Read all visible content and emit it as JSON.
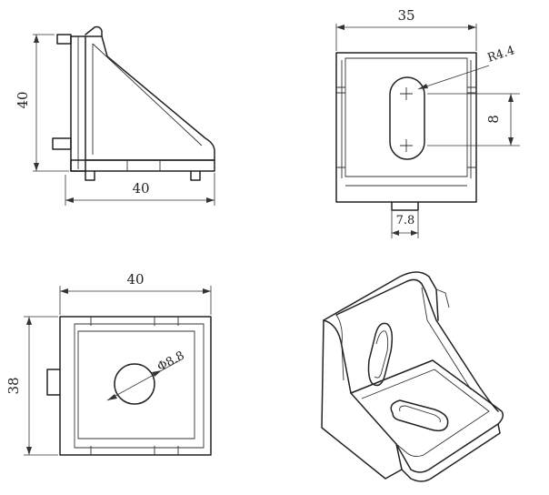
{
  "dimensions": {
    "side_height": "40",
    "side_width": "40",
    "top_width": "35",
    "slot_radius": "R4.4",
    "slot_spacing": "8",
    "tab_width": "7.8",
    "front_width": "40",
    "front_height": "38",
    "hole_diameter": "Φ8.8"
  }
}
